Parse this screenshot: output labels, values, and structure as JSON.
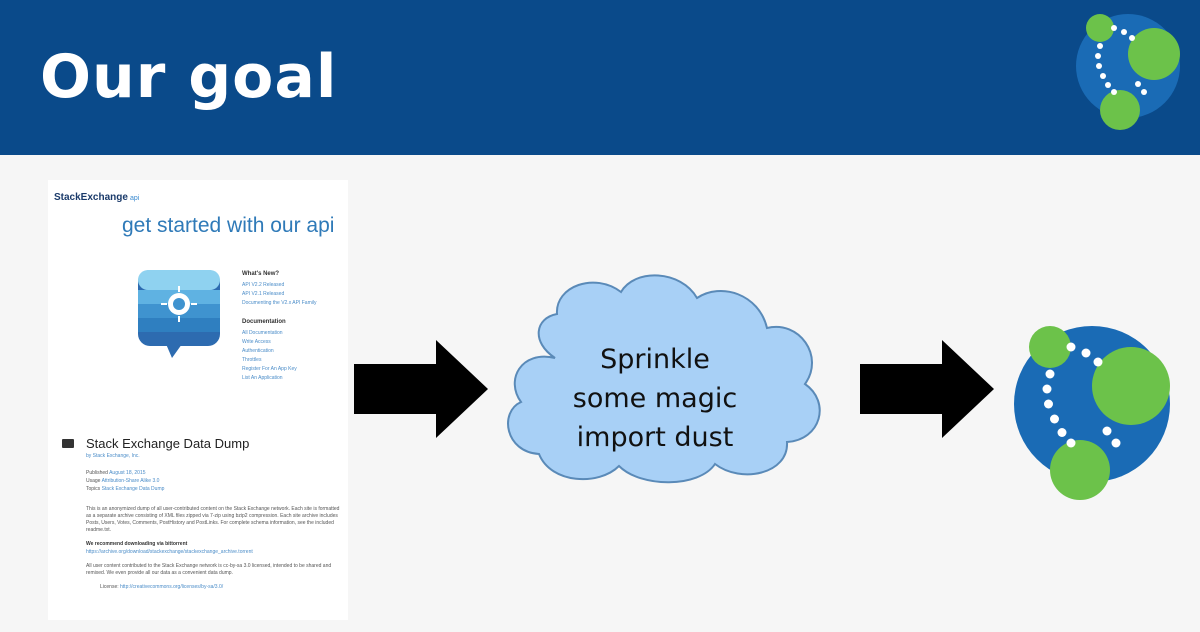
{
  "slide": {
    "title": "Our goal"
  },
  "stackexchange": {
    "logo_text": "StackExchange",
    "logo_sub": "api",
    "tagline": "get started with our api",
    "whats_new_heading": "What's New?",
    "whats_new_links": [
      "API V2.2 Released",
      "API V2.1 Released",
      "Documenting the V2.x API Family"
    ],
    "documentation_heading": "Documentation",
    "documentation_links": [
      "All Documentation",
      "Write Access",
      "Authentication",
      "Throttles",
      "Register For An App Key",
      "List An Application"
    ],
    "dump_title": "Stack Exchange Data Dump",
    "dump_by": "by Stack Exchange, Inc.",
    "published_label": "Published",
    "published_value": "August 18, 2015",
    "usage_label": "Usage",
    "usage_value": "Attribution-Share Alike 3.0",
    "topics_label": "Topics",
    "topics_value": "Stack Exchange Data Dump",
    "body_paragraph": "This is an anonymized dump of all user-contributed content on the Stack Exchange network. Each site is formatted as a separate archive consisting of XML files zipped via 7-zip using bzip2 compression. Each site archive includes Posts, Users, Votes, Comments, PostHistory and PostLinks. For complete schema information, see the included readme.txt.",
    "download_heading": "We recommend downloading via bittorrent",
    "download_link": "https://archive.org/download/stackexchange/stackexchange_archive.torrent",
    "license_paragraph": "All user content contributed to the Stack Exchange network is cc-by-sa 3.0 licensed, intended to be shared and remixed. We even provide all our data as a convenient data dump.",
    "license_label": "License:",
    "license_value": "http://creativecommons.org/licenses/by-sa/3.0/"
  },
  "cloud": {
    "line1": "Sprinkle",
    "line2": "some magic",
    "line3": "import dust"
  },
  "colors": {
    "header": "#0a4a8a",
    "cloud_fill": "#a8d0f6",
    "neo4j_blue": "#1a6bb5",
    "neo4j_green": "#6cc24a"
  },
  "icons": {
    "header_logo": "neo4j-logo-icon",
    "result_logo": "neo4j-logo-icon",
    "stackexchange_logo": "stackexchange-api-icon"
  }
}
